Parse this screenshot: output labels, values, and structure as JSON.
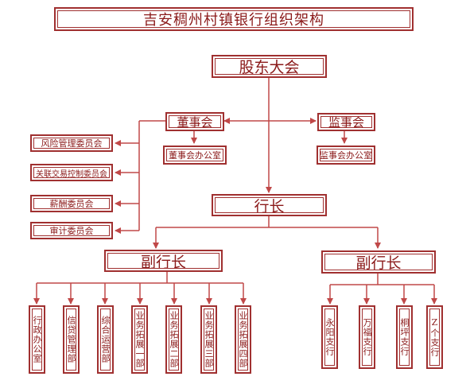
{
  "title": "吉安稠州村镇银行组织架构",
  "shareholders_meeting": "股东大会",
  "board_of_directors": "董事会",
  "board_office": "董事会办公室",
  "supervisory_board": "监事会",
  "supervisory_office": "监事会办公室",
  "committees": [
    "风险管理委员会",
    "关联交易控制委员会",
    "薪酬委员会",
    "审计委员会"
  ],
  "president": "行长",
  "vice_president_left": "副行长",
  "vice_president_right": "副行长",
  "departments": [
    "行政办公室",
    "信贷管理部",
    "综合运营部",
    "业务拓展一部",
    "业务拓展二部",
    "业务拓展三部",
    "业务拓展四部"
  ],
  "branches": [
    "永阳支行",
    "万福支行",
    "桐坪支行",
    "Z个支行"
  ],
  "colors": {
    "line": "#c04848",
    "border": "#a03030",
    "text": "#8b1a1a"
  }
}
